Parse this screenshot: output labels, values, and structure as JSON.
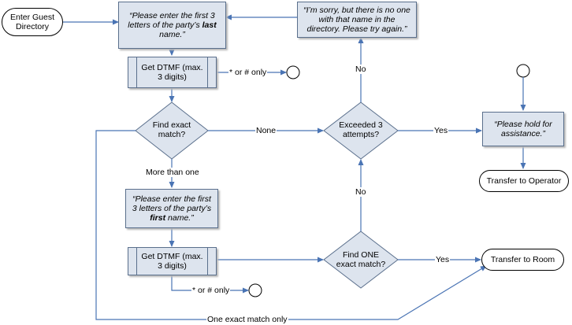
{
  "nodes": {
    "enter_guest_directory": "Enter Guest Directory",
    "prompt_last_pre": "“Please enter the first 3 letters of the party’s ",
    "prompt_last_em": "last",
    "prompt_last_post": " name.”",
    "get_dtmf_1": "Get DTMF (max. 3 digits)",
    "find_exact_match": "Find exact match?",
    "prompt_first_pre": "“Please enter the first 3 letters of the party’s ",
    "prompt_first_em": "first",
    "prompt_first_post": " name.”",
    "get_dtmf_2": "Get DTMF (max. 3 digits)",
    "find_one_exact_match": "Find ONE exact match?",
    "exceeded_attempts": "Exceeded 3 attempts?",
    "sorry_prompt": "“I’m sorry, but there is no one with that name in the directory. Please try again.”",
    "please_hold": "“Please hold for assistance.”",
    "transfer_operator": "Transfer to Operator",
    "transfer_room": "Transfer to Room"
  },
  "edge_labels": {
    "star_hash_1": "* or # only",
    "star_hash_2": "* or # only",
    "none": "None",
    "more_than_one": "More than one",
    "yes_1": "Yes",
    "yes_2": "Yes",
    "no_1": "No",
    "no_2": "No",
    "one_exact_match_only": "One exact match only"
  },
  "colors": {
    "shape_fill": "#dde4ee",
    "shape_border": "#5a6f8c",
    "connector": "#4a74b4"
  }
}
